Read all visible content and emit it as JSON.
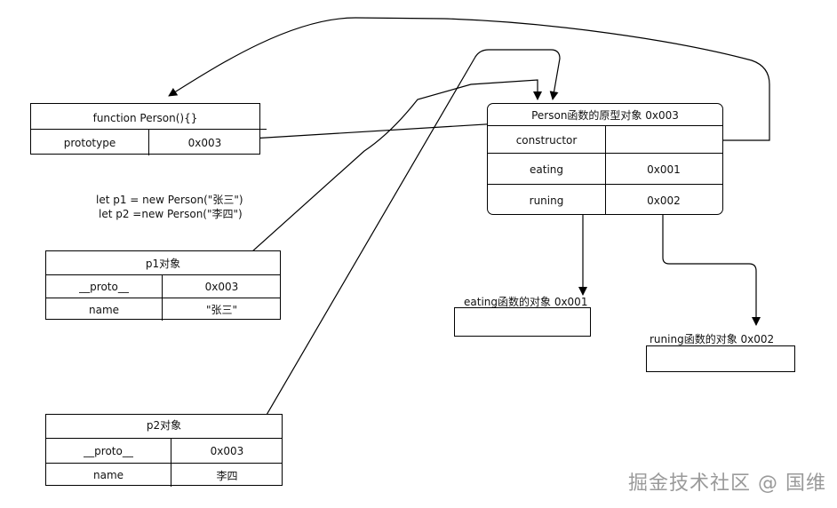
{
  "person_function": {
    "title": "function Person(){}",
    "rows": [
      {
        "key": "prototype",
        "value": "0x003"
      }
    ]
  },
  "person_prototype": {
    "title": "Person函数的原型对象 0x003",
    "rows": [
      {
        "key": "constructor",
        "value": ""
      },
      {
        "key": "eating",
        "value": "0x001"
      },
      {
        "key": "runing",
        "value": "0x002"
      }
    ]
  },
  "code": {
    "line1": "let p1 = new Person(\"张三\")",
    "line2": "let p2 =new Person(\"李四\")"
  },
  "p1": {
    "title": "p1对象",
    "rows": [
      {
        "key": "__proto__",
        "value": "0x003"
      },
      {
        "key": "name",
        "value": "\"张三\""
      }
    ]
  },
  "p2": {
    "title": "p2对象",
    "rows": [
      {
        "key": "__proto__",
        "value": "0x003"
      },
      {
        "key": "name",
        "value": "李四"
      }
    ]
  },
  "eating_fn": {
    "label": "eating函数的对象  0x001"
  },
  "runing_fn": {
    "label": "runing函数的对象  0x002"
  },
  "watermark": "掘金技术社区 @ 国维",
  "colors": {
    "stroke": "#000000",
    "watermark": "#9a9a9a"
  }
}
